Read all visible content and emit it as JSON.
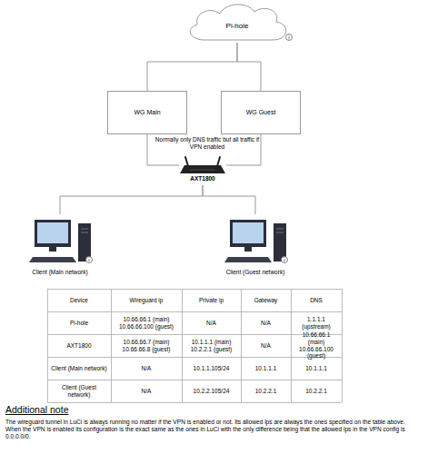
{
  "diagram": {
    "nodes": [
      {
        "text": [
          "Pi-hole"
        ]
      },
      {
        "text": [
          "WG Main"
        ]
      },
      {
        "text": [
          "WG Guest"
        ]
      },
      {
        "text": [
          "AXT1800"
        ]
      },
      {
        "text": [
          "Client (Main network)"
        ]
      },
      {
        "text": [
          "Client (Guest network)"
        ]
      }
    ],
    "edges": [
      {
        "from": 0,
        "to": 1,
        "arrow": "none"
      },
      {
        "from": 0,
        "to": 2,
        "arrow": "none"
      },
      {
        "from": 1,
        "to": 3,
        "arrow": "none"
      },
      {
        "from": 2,
        "to": 3,
        "arrow": "none"
      },
      {
        "from": 3,
        "to": 4,
        "arrow": "none"
      },
      {
        "from": 3,
        "to": 5,
        "arrow": "none"
      }
    ],
    "labels": [
      "Normally only DNS traffic but all traffic if VPN enabled",
      "Device",
      "Wireguard ip",
      "Private ip",
      "Gateway",
      "DNS",
      "Pi-hole",
      "10.66.66.1 (main) 10.66.66.100 (guest)",
      "N/A",
      "N/A",
      "1.1.1.1 (upstream)",
      "AXT1800",
      "10.66.66.7 (main) 10.66.66.8 (guest)",
      "10.1.1.1 (main) 10.2.2.1 (guest)",
      "N/A",
      "10.66.66.1 (main) 10.66.66.100 (guest)",
      "Client (Main network)",
      "N/A",
      "10.1.1.105/24",
      "10.1.1.1",
      "10.1.1.1",
      "Client (Guest network)",
      "N/A",
      "10.2.2.105/24",
      "10.2.2.1",
      "10.2.2.1",
      "Additional note",
      "The wireguard tunnel in LuCi is always running no matter if the VPN is enabled or not. Its allowed ips are always the ones specified on the table above. When the VPN is enabled its configuration is the exact same as the ones in LuCi with the only difference being that the allowed ips in the VPN config is 0.0.0.0/0."
    ]
  }
}
